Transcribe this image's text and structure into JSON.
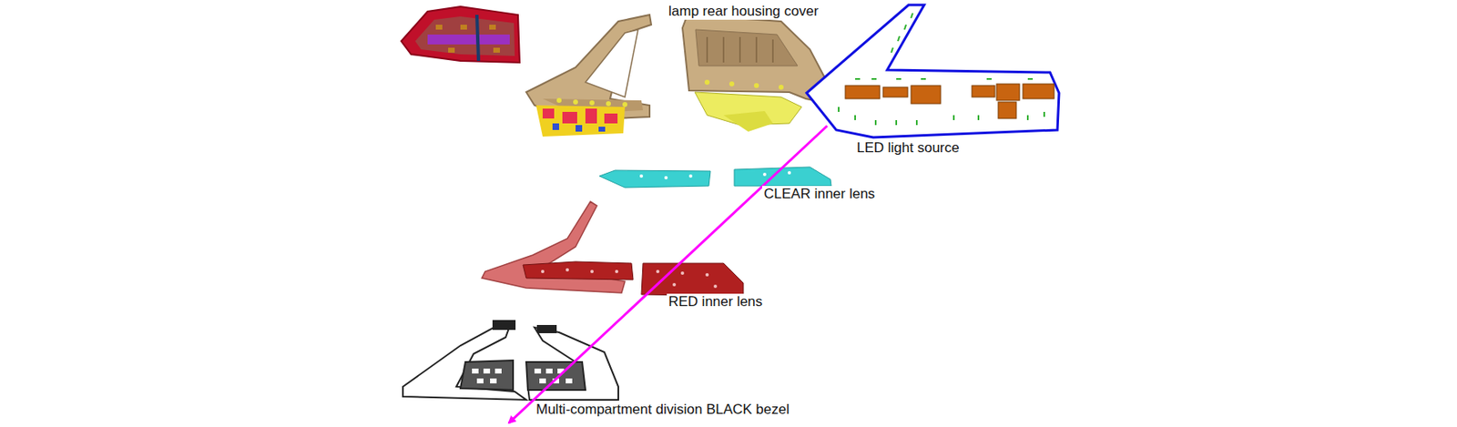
{
  "diagram": {
    "labels": [
      "lamp rear housing cover",
      "LED light source",
      "CLEAR inner lens",
      "RED inner lens",
      "Multi-compartment division BLACK bezel"
    ]
  }
}
